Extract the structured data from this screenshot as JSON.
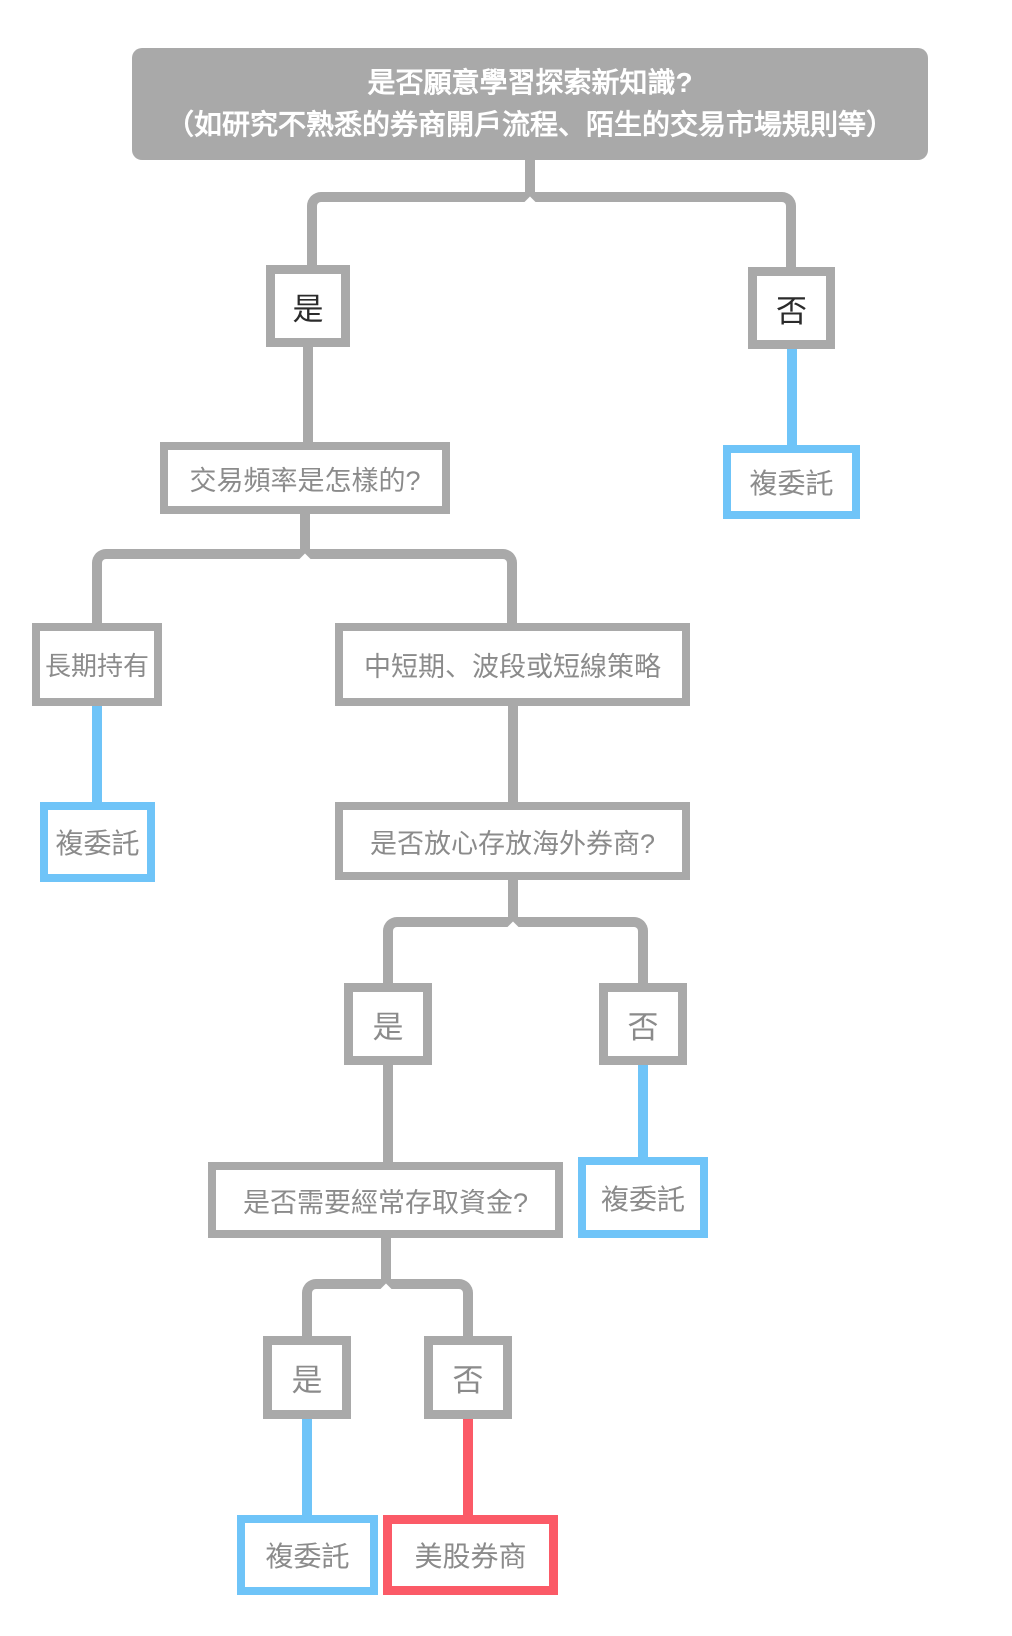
{
  "diagram": {
    "type": "decision-flowchart",
    "language": "zh-TW",
    "colors": {
      "line_gray": "#a9a9a9",
      "accent_blue": "#6fc4f8",
      "accent_red": "#fb5a67",
      "box_text_gray": "#8b8b8b",
      "header_text": "#ffffff"
    },
    "nodes": {
      "root_line1": "是否願意學習探索新知識?",
      "root_line2": "（如研究不熟悉的券商開戶流程、陌生的交易市場規則等）",
      "l1_yes": "是",
      "l1_no": "否",
      "q_frequency": "交易頻率是怎樣的?",
      "r1": "複委託",
      "longterm": "長期持有",
      "midterm": "中短期、波段或短線策略",
      "r2": "複委託",
      "q_trust": "是否放心存放海外券商?",
      "l3_yes": "是",
      "l3_no": "否",
      "r3": "複委託",
      "q_access": "是否需要經常存取資金?",
      "l4_yes": "是",
      "l4_no": "否",
      "r4": "複委託",
      "r5": "美股券商"
    },
    "edges": [
      {
        "from": "root",
        "to": "l1_yes"
      },
      {
        "from": "root",
        "to": "l1_no"
      },
      {
        "from": "l1_yes",
        "to": "q_frequency"
      },
      {
        "from": "l1_no",
        "to": "r1",
        "color": "blue"
      },
      {
        "from": "q_frequency",
        "to": "longterm"
      },
      {
        "from": "q_frequency",
        "to": "midterm"
      },
      {
        "from": "longterm",
        "to": "r2",
        "color": "blue"
      },
      {
        "from": "midterm",
        "to": "q_trust"
      },
      {
        "from": "q_trust",
        "to": "l3_yes"
      },
      {
        "from": "q_trust",
        "to": "l3_no"
      },
      {
        "from": "l3_yes",
        "to": "q_access"
      },
      {
        "from": "l3_no",
        "to": "r3",
        "color": "blue"
      },
      {
        "from": "q_access",
        "to": "l4_yes"
      },
      {
        "from": "q_access",
        "to": "l4_no"
      },
      {
        "from": "l4_yes",
        "to": "r4",
        "color": "blue"
      },
      {
        "from": "l4_no",
        "to": "r5",
        "color": "red"
      }
    ]
  }
}
